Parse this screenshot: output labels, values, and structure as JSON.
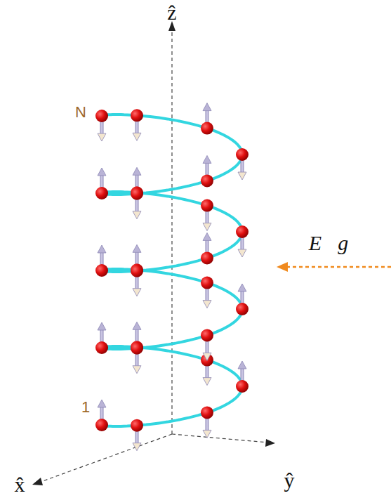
{
  "diagram": {
    "labels": [
      "ẑ",
      "x̂",
      "ŷ",
      "N",
      "1",
      "E⃗g"
    ]
  }
}
